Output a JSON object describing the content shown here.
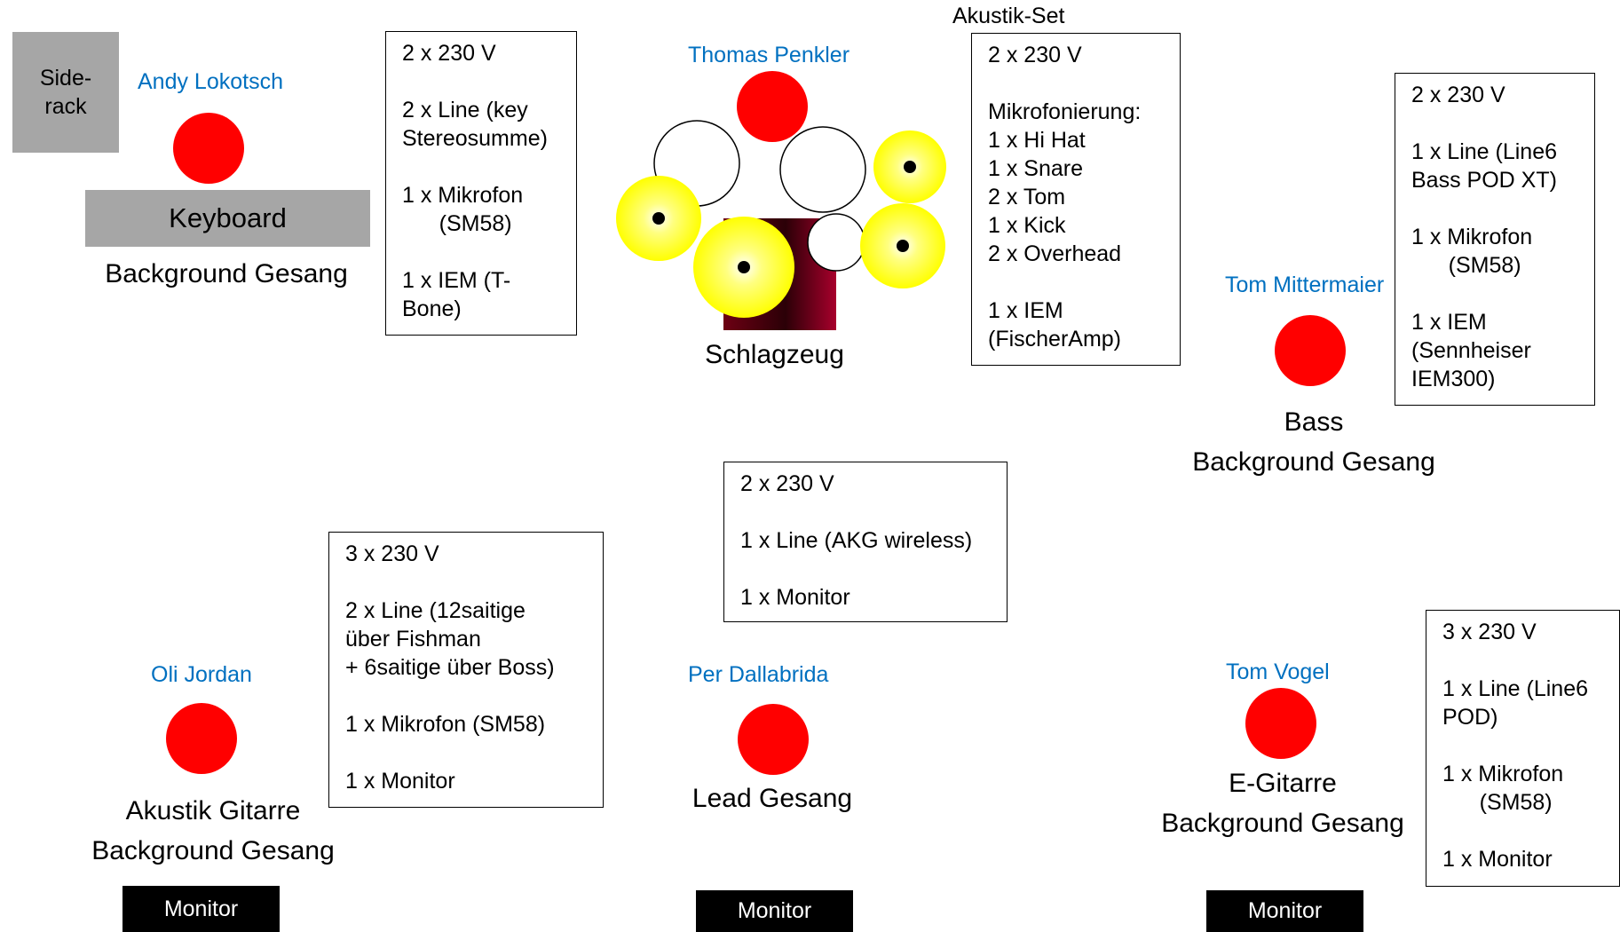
{
  "acoustic_set_label": "Akustik-Set",
  "siderack_label": "Side-\nrack",
  "keyboard_label": "Keyboard",
  "musicians": {
    "andy": {
      "name": "Andy Lokotsch",
      "roles": [
        "Background Gesang"
      ]
    },
    "thomas": {
      "name": "Thomas Penkler",
      "roles": [
        "Schlagzeug"
      ]
    },
    "tom_m": {
      "name": "Tom Mittermaier",
      "roles": [
        "Bass",
        "Background Gesang"
      ]
    },
    "oli": {
      "name": "Oli Jordan",
      "roles": [
        "Akustik Gitarre",
        "Background Gesang"
      ]
    },
    "per": {
      "name": "Per Dallabrida",
      "roles": [
        "Lead Gesang"
      ]
    },
    "tom_v": {
      "name": "Tom Vogel",
      "roles": [
        "E-Gitarre",
        "Background Gesang"
      ]
    }
  },
  "boxes": {
    "keyboard": [
      "2 x 230 V",
      "",
      "2 x Line (key",
      "Stereosumme)",
      "",
      "1 x Mikrofon",
      "      (SM58)",
      "",
      "1 x IEM (T-",
      "Bone)"
    ],
    "drums": [
      "2 x 230 V",
      "",
      "Mikrofonierung:",
      "1 x Hi Hat",
      "1 x Snare",
      "2 x Tom",
      "1 x Kick",
      "2 x Overhead",
      "",
      "1 x IEM",
      "(FischerAmp)"
    ],
    "bass": [
      "2 x 230 V",
      "",
      "1 x Line (Line6",
      "Bass POD XT)",
      "",
      "1 x Mikrofon",
      "      (SM58)",
      "",
      "1 x IEM",
      "(Sennheiser",
      "IEM300)"
    ],
    "lead": [
      "2 x 230 V",
      "",
      "1 x Line (AKG wireless)",
      "",
      "1 x Monitor"
    ],
    "acoustic_guitar": [
      "3 x 230 V",
      "",
      "2 x Line (12saitige",
      "über Fishman",
      "+ 6saitige über Boss)",
      "",
      "1 x Mikrofon (SM58)",
      "",
      "1 x Monitor"
    ],
    "electric_guitar": [
      "3 x 230 V",
      "",
      "1 x Line (Line6",
      "POD)",
      "",
      "1 x Mikrofon",
      "      (SM58)",
      "",
      "1 x Monitor"
    ]
  },
  "monitors": [
    "Monitor",
    "Monitor",
    "Monitor"
  ],
  "colors": {
    "musician": "#ff0000",
    "name": "#0070c0",
    "rack": "#a6a6a6",
    "cymbal": "#ffff00",
    "drum_riser": "#8b0020"
  }
}
